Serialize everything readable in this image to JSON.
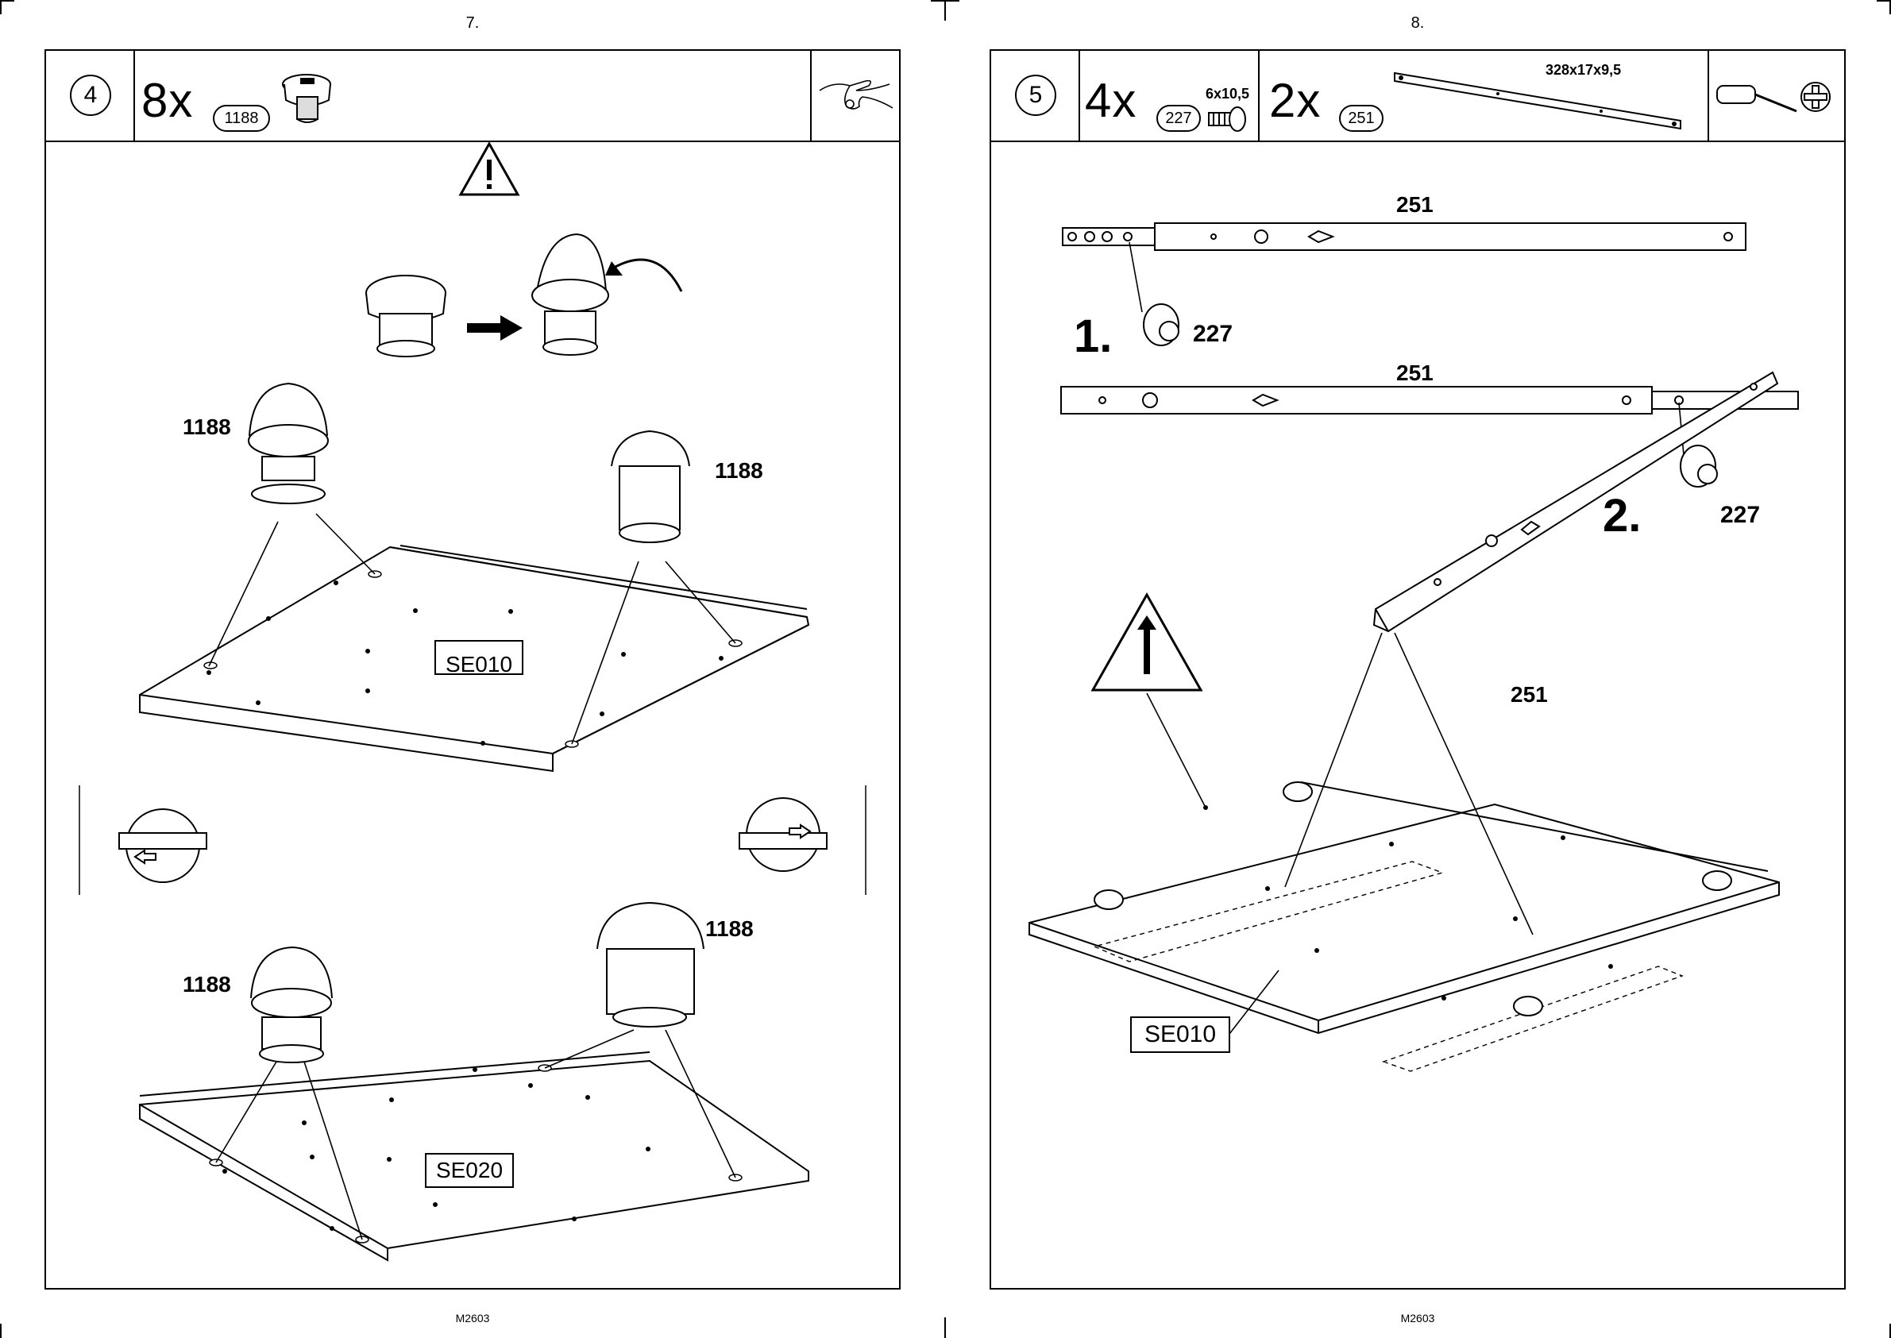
{
  "left_page": {
    "page_number": "7.",
    "footer_code": "M2603",
    "step_number": "4",
    "quantity": "8x",
    "part_id": "1188",
    "callouts": [
      "1188",
      "1188",
      "1188",
      "1188"
    ],
    "panel_labels": [
      "SE010",
      "SE020"
    ]
  },
  "right_page": {
    "page_number": "8.",
    "footer_code": "M2603",
    "step_number": "5",
    "parts": [
      {
        "quantity": "4x",
        "part_id": "227",
        "size": "6x10,5"
      },
      {
        "quantity": "2x",
        "part_id": "251",
        "size": "328x17x9,5"
      }
    ],
    "rail_labels": [
      "251",
      "251",
      "251"
    ],
    "steps": [
      {
        "index": "1.",
        "part": "227"
      },
      {
        "index": "2.",
        "part": "227"
      }
    ],
    "panel_label": "SE010"
  }
}
